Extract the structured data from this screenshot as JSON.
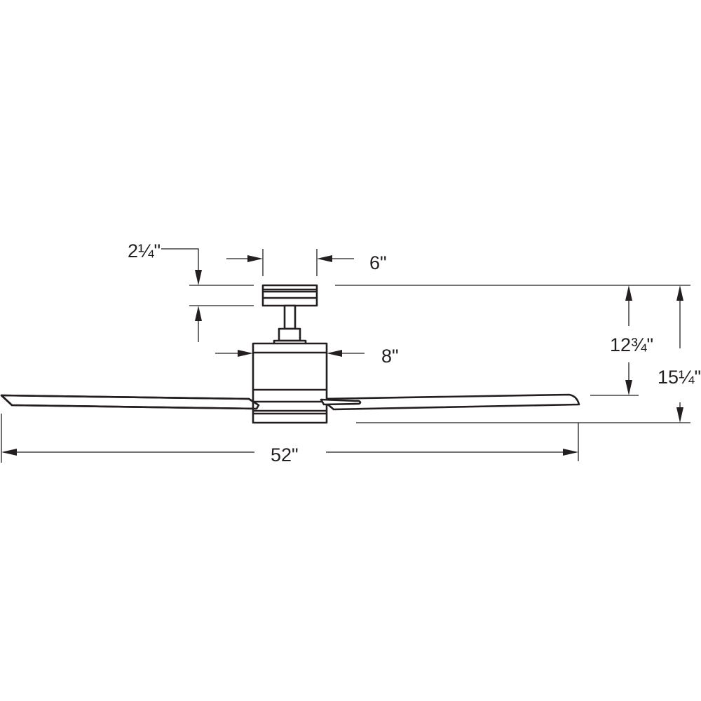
{
  "title": "Ceiling fan dimension drawing",
  "dimensions": {
    "canopy_height": "2¼\"",
    "canopy_width": "6\"",
    "motor_width": "8\"",
    "ceiling_to_blade": "12¾\"",
    "overall_height": "15¼\"",
    "blade_span": "52\""
  },
  "colors": {
    "line": "#231f20",
    "background": "#ffffff"
  }
}
